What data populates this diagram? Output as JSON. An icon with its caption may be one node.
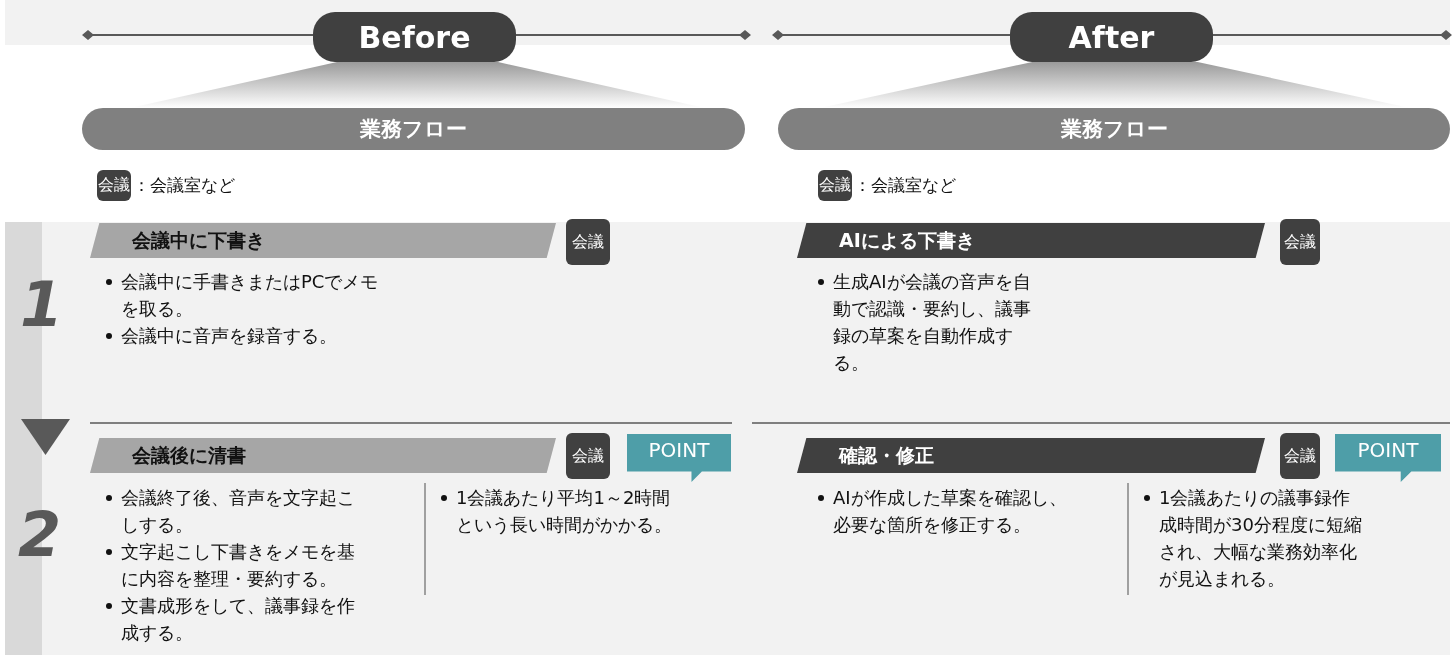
{
  "diagram": {
    "nodes": [
      {
        "text": [
          "Before"
        ]
      },
      {
        "text": [
          "After"
        ]
      },
      {
        "text": [
          "業務フロー"
        ]
      },
      {
        "text": [
          "業務フロー"
        ]
      },
      {
        "text": [
          "会議"
        ],
        "beside": [
          "：会議室など"
        ]
      },
      {
        "text": [
          "会議"
        ],
        "beside": [
          "：会議室など"
        ]
      },
      {
        "text": [
          "会議中に下書き"
        ]
      },
      {
        "text": [
          "会議"
        ]
      },
      {
        "text": [
          "AIによる下書き"
        ]
      },
      {
        "text": [
          "会議"
        ]
      },
      {
        "text": [
          "会議後に清書"
        ]
      },
      {
        "text": [
          "会議"
        ]
      },
      {
        "text": [
          "POINT"
        ]
      },
      {
        "text": [
          "確認・修正"
        ]
      },
      {
        "text": [
          "会議"
        ]
      },
      {
        "text": [
          "POINT"
        ]
      },
      {
        "text": [],
        "shape": "trapezoid"
      },
      {
        "text": [],
        "shape": "trapezoid"
      },
      {
        "text": [],
        "shape": "bar"
      }
    ],
    "labels": [
      "1",
      "会議中に手書きまたはPCでメモを取る。",
      "会議中に音声を録音する。",
      "生成AIが会議の音声を自動で認識・要約し、議事録の草案を自動作成する。",
      "2",
      "会議終了後、音声を文字起こしする。",
      "文字起こし下書きをメモを基に内容を整理・要約する。",
      "文書成形をして、議事録を作成する。",
      "1会議あたり平均1～2時間という長い時間がかかる。",
      "AIが作成した草案を確認し、必要な箇所を修正する。",
      "1会議あたりの議事録作成時間が30分程度に短縮され、大幅な業務効率化が見込まれる。"
    ]
  }
}
